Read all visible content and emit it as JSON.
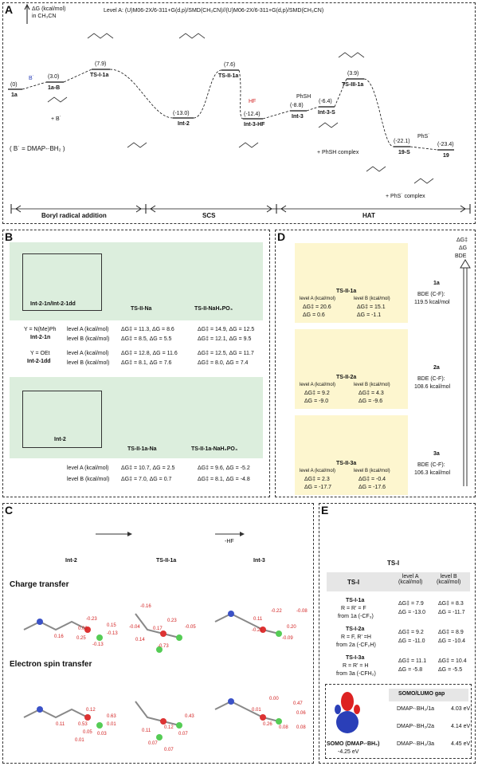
{
  "panels": {
    "A": "A",
    "B": "B",
    "C": "C",
    "D": "D",
    "E": "E"
  },
  "colors": {
    "fluorine": "#d21f1f",
    "boron": "#2a3fb8",
    "panel_b_bg": "#dceedd",
    "panel_d_bg": "#fdf6cf"
  },
  "panelA": {
    "yaxis_label": "ΔG (kcal/mol)",
    "yaxis_sub": "in CH₃CN",
    "level_text": "Level A: (U)M06-2X/6-311+G(d,p)/SMD(CH₃CN)//(U)M06-2X/6-311+G(d,p)/SMD(CH₃CN)",
    "energies": {
      "e1a": "(0)",
      "e1aB": "(3.0)",
      "eTSI": "(7.9)",
      "eInt2": "(-13.0)",
      "eTSII": "(7.6)",
      "eInt3HF": "(-12.4)",
      "eInt3": "(-8.8)",
      "eInt3S": "(-6.4)",
      "eTSIII": "(3.9)",
      "e19S": "(-22.1)",
      "e19": "(-23.4)"
    },
    "states": {
      "s1a": "1a",
      "s1aB": "1a-B",
      "sTSI": "TS-I-1a",
      "sInt2": "Int-2",
      "sTSII": "TS-II-1a",
      "sInt3HF": "Int-3-HF",
      "sInt3": "Int-3",
      "sInt3S": "Int-3-S",
      "sTSIII": "TS-III-1a",
      "s19S": "19-S",
      "s19": "19"
    },
    "species": {
      "B_rad": "B˙",
      "HF": "HF",
      "PhSH": "PhSH",
      "PhS": "PhS˙",
      "plus_B": "+ B˙",
      "plus_PhSH": "+ PhSH complex",
      "plus_PhS": "+ PhS˙ complex",
      "def": "( B˙ = DMAP-·BH₂ )"
    },
    "stages": [
      "Boryl radical addition",
      "SCS",
      "HAT"
    ]
  },
  "panelB": {
    "top_labels": {
      "int": "Int-2-1n/Int-2-1dd",
      "na": "TS-II-Na",
      "nah2po4": "TS-II-NaH₂PO₄"
    },
    "rows": [
      {
        "y": "Y = N(Me)Ph",
        "name": "Int-2-1n",
        "lvA": "level A (kcal/mol)",
        "lvB": "level B (kcal/mol)",
        "a1": "ΔG‡ = 11.3, ΔG = 8.6",
        "a2": "ΔG‡ = 14.9, ΔG = 12.5",
        "b1": "ΔG‡ = 8.5, ΔG = 5.5",
        "b2": "ΔG‡ = 12.1, ΔG = 9.5"
      },
      {
        "y": "Y = OEt",
        "name": "Int-2-1dd",
        "lvA": "level A (kcal/mol)",
        "lvB": "level B (kcal/mol)",
        "a1": "ΔG‡ = 12.8, ΔG = 11.6",
        "a2": "ΔG‡ = 12.5, ΔG = 11.7",
        "b1": "ΔG‡ = 8.1, ΔG = 7.6",
        "b2": "ΔG‡ = 8.0, ΔG = 7.4"
      }
    ],
    "bottom_labels": {
      "int": "Int-2",
      "na": "TS-II-1a-Na",
      "nah2po4": "TS-II-1a-NaH₂PO₄"
    },
    "bottom_rows": {
      "lvA": "level A (kcal/mol)",
      "lvB": "level B (kcal/mol)",
      "a1": "ΔG‡ = 10.7, ΔG = 2.5",
      "a2": "ΔG‡ = 9.6, ΔG = -5.2",
      "b1": "ΔG‡ = 7.0, ΔG = 0.7",
      "b2": "ΔG‡ = 8.1, ΔG = -4.8"
    }
  },
  "panelD": {
    "axis": [
      "ΔG‡",
      "ΔG",
      "BDE"
    ],
    "items": [
      {
        "ts": "TS-II-1a",
        "lvA": "level A (kcal/mol)",
        "lvB": "level B (kcal/mol)",
        "a1": "ΔG‡ = 20.6",
        "a2": "ΔG = 0.6",
        "b1": "ΔG‡ = 15.1",
        "b2": "ΔG = -1.1",
        "cmp": "1a",
        "bde": "BDE (C-F):",
        "bdev": "119.5 kcal/mol"
      },
      {
        "ts": "TS-II-2a",
        "lvA": "level A (kcal/mol)",
        "lvB": "level B (kcal/mol)",
        "a1": "ΔG‡ = 9.2",
        "a2": "ΔG = -9.0",
        "b1": "ΔG‡ = 4.3",
        "b2": "ΔG = -9.6",
        "cmp": "2a",
        "bde": "BDE (C-F):",
        "bdev": "108.6 kcal/mol"
      },
      {
        "ts": "TS-II-3a",
        "lvA": "level A (kcal/mol)",
        "lvB": "level B (kcal/mol)",
        "a1": "ΔG‡ = 2.3",
        "a2": "ΔG = -17.7",
        "b1": "ΔG‡ = -0.4",
        "b2": "ΔG = -17.6",
        "cmp": "3a",
        "bde": "BDE (C-F):",
        "bdev": "106.3 kcal/mol"
      }
    ]
  },
  "panelC": {
    "labels": {
      "int2": "Int-2",
      "ts": "TS-II-1a",
      "int3": "Int-3",
      "hf": "-HF"
    },
    "charge_title": "Charge transfer",
    "spin_title": "Electron spin transfer",
    "charge_vals": [
      "-0.23",
      "0.15",
      "0.06",
      "-0.13",
      "0.16",
      "0.25",
      "-0.13",
      "-0.16",
      "0.23",
      "-0.05",
      "-0.04",
      "0.17",
      "0.14",
      "-0.73",
      "-0.22",
      "-0.08",
      "0.11",
      "0.20",
      "-0.21",
      "-0.09"
    ],
    "spin_vals": [
      "0.12",
      "0.63",
      "0.11",
      "0.53",
      "0.01",
      "0.05",
      "0.03",
      "0.01",
      "0.43",
      "0.11",
      "0.12",
      "0.07",
      "0.07",
      "0.00",
      "0.47",
      "0.01",
      "0.06",
      "0.26",
      "0.08",
      "0.08",
      "0.07"
    ]
  },
  "panelE": {
    "ts": "TS-I",
    "headers": [
      "TS-I",
      "level A\n(kcal/mol)",
      "level B\n(kcal/mol)"
    ],
    "rows": [
      {
        "name": "TS-I-1a",
        "sub": "R = R' = F",
        "from": "from 1a (-CF₃)",
        "a1": "ΔG‡ = 7.9",
        "a2": "ΔG = -13.0",
        "b1": "ΔG‡ = 8.3",
        "b2": "ΔG = -11.7"
      },
      {
        "name": "TS-I-2a",
        "sub": "R = F, R' =H",
        "from": "from 2a (-CF₂H)",
        "a1": "ΔG‡ = 9.2",
        "a2": "ΔG = -11.0",
        "b1": "ΔG‡ = 8.9",
        "b2": "ΔG = -10.4"
      },
      {
        "name": "TS-I-3a",
        "sub": "R = R' = H",
        "from": "from 3a (-CFH₂)",
        "a1": "ΔG‡ = 11.1",
        "a2": "ΔG = -5.8",
        "b1": "ΔG‡ = 10.4",
        "b2": "ΔG = -5.5"
      }
    ],
    "somo_header": "SOMO/LUMO gap",
    "gaps": [
      {
        "pair": "DMAP-·BH₂/1a",
        "val": "4.03 eV"
      },
      {
        "pair": "DMAP-·BH₂/2a",
        "val": "4.14 eV"
      },
      {
        "pair": "DMAP-·BH₂/3a",
        "val": "4.45 eV"
      }
    ],
    "somo_label": "SOMO (DMAP-·BH₂)",
    "somo_val": "-4.25 eV"
  }
}
